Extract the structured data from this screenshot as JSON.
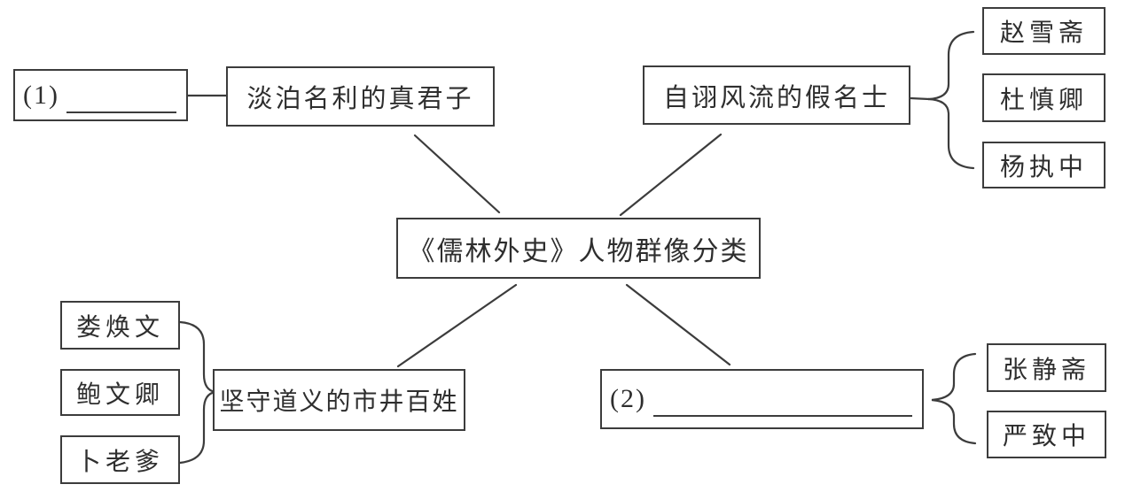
{
  "canvas": {
    "background": "#ffffff",
    "line_color": "#3c3c3c",
    "text_color": "#2e2e2e"
  },
  "center_node": {
    "label": "《儒林外史》人物群像分类"
  },
  "branches": {
    "true_gentlemen": {
      "answer_prefix": "(1)",
      "answer_value": "",
      "category": "淡泊名利的真君子",
      "members": []
    },
    "fake_celebrities": {
      "category": "自诩风流的假名士",
      "members": [
        "赵雪斋",
        "杜慎卿",
        "杨执中"
      ]
    },
    "loyal_commoners": {
      "category": "坚守道义的市井百姓",
      "members": [
        "娄焕文",
        "鲍文卿",
        "卜老爹"
      ]
    },
    "blank_category": {
      "answer_prefix": "(2)",
      "answer_value": "",
      "members": [
        "张静斋",
        "严致中"
      ]
    }
  }
}
